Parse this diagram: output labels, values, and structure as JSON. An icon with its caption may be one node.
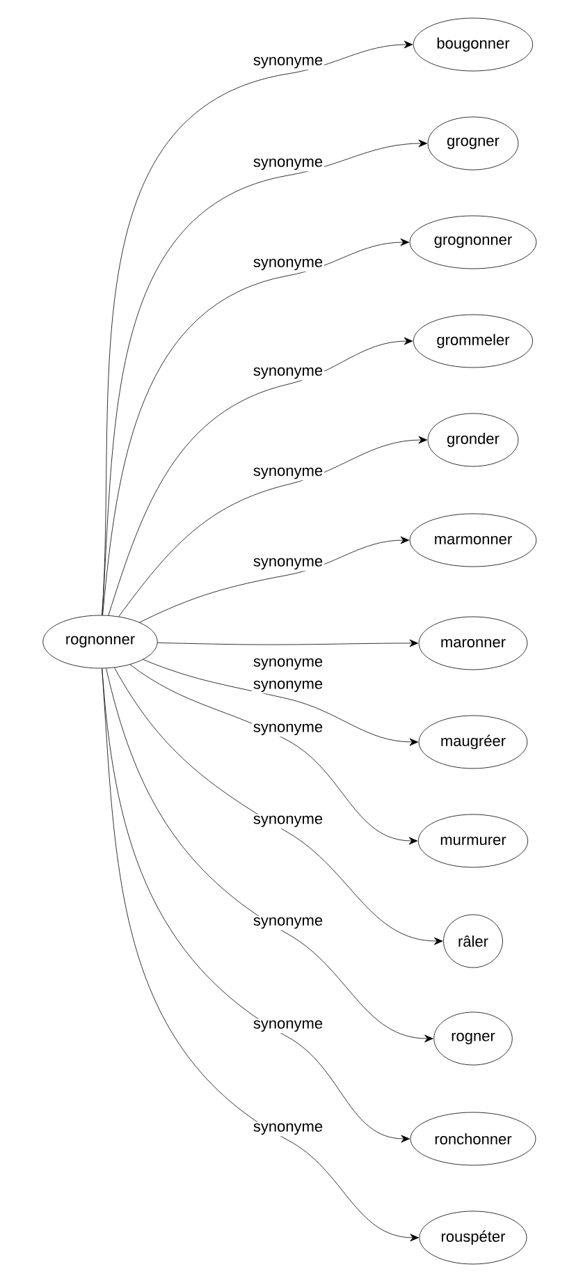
{
  "diagram": {
    "nodes": [
      {
        "text": [
          "rognonner"
        ]
      },
      {
        "text": [
          "bougonner"
        ]
      },
      {
        "text": [
          "grogner"
        ]
      },
      {
        "text": [
          "grognonner"
        ]
      },
      {
        "text": [
          "grommeler"
        ]
      },
      {
        "text": [
          "gronder"
        ]
      },
      {
        "text": [
          "marmonner"
        ]
      },
      {
        "text": [
          "maronner"
        ]
      },
      {
        "text": [
          "maugréer"
        ]
      },
      {
        "text": [
          "murmurer"
        ]
      },
      {
        "text": [
          "râler"
        ]
      },
      {
        "text": [
          "rogner"
        ]
      },
      {
        "text": [
          "ronchonner"
        ]
      },
      {
        "text": [
          "rouspéter"
        ]
      }
    ],
    "edges": [
      {
        "from": 0,
        "to": 1,
        "arrow": "to",
        "label": "synonyme"
      },
      {
        "from": 0,
        "to": 2,
        "arrow": "to",
        "label": "synonyme"
      },
      {
        "from": 0,
        "to": 3,
        "arrow": "to",
        "label": "synonyme"
      },
      {
        "from": 0,
        "to": 4,
        "arrow": "to",
        "label": "synonyme"
      },
      {
        "from": 0,
        "to": 5,
        "arrow": "to",
        "label": "synonyme"
      },
      {
        "from": 0,
        "to": 6,
        "arrow": "to",
        "label": "synonyme"
      },
      {
        "from": 0,
        "to": 7,
        "arrow": "to",
        "label": "synonyme"
      },
      {
        "from": 0,
        "to": 8,
        "arrow": "to",
        "label": "synonyme"
      },
      {
        "from": 0,
        "to": 9,
        "arrow": "to",
        "label": "synonyme"
      },
      {
        "from": 0,
        "to": 10,
        "arrow": "to",
        "label": "synonyme"
      },
      {
        "from": 0,
        "to": 11,
        "arrow": "to",
        "label": "synonyme"
      },
      {
        "from": 0,
        "to": 12,
        "arrow": "to",
        "label": "synonyme"
      },
      {
        "from": 0,
        "to": 13,
        "arrow": "to",
        "label": "synonyme"
      }
    ]
  }
}
